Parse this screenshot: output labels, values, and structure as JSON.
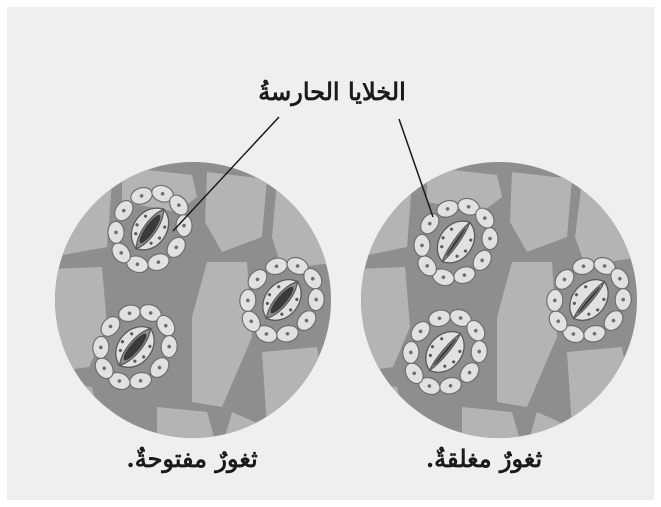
{
  "labels": {
    "guard_cells": "الخلايا الحارسةُ",
    "open_stomata": "ثغورٌ مفتوحةٌ.",
    "closed_stomata": "ثغورٌ مغلقةٌ."
  },
  "colors": {
    "background": "#efeff0",
    "cell_wall": "#8e8e90",
    "epidermal_cell": "#b4b4b6",
    "guard_cell": "#e1e1e3",
    "pore": "#3a3a3c",
    "leader_line": "#1a1a1a"
  },
  "panels": [
    {
      "id": "open",
      "state": "open"
    },
    {
      "id": "closed",
      "state": "closed"
    }
  ]
}
